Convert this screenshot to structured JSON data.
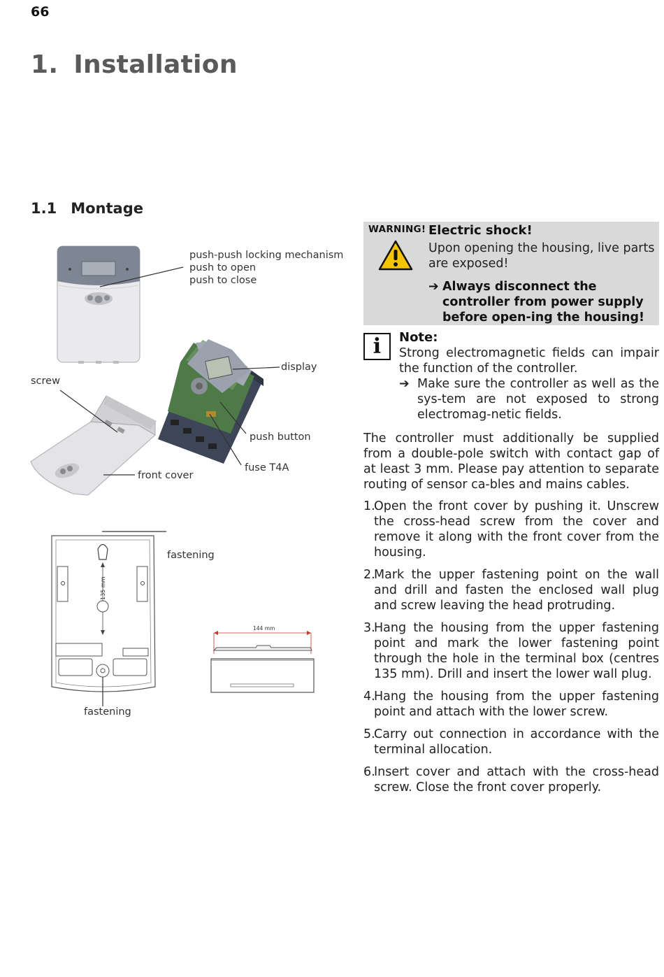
{
  "page": {
    "number": "66"
  },
  "chapter": {
    "number": "1.",
    "title": "Installation"
  },
  "section": {
    "number": "1.1",
    "title": "Montage"
  },
  "figure": {
    "labels": {
      "locking_1": "push-push locking mechanism",
      "locking_2": "push to open",
      "locking_3": "push to close",
      "display": "display",
      "screw": "screw",
      "push_button": "push button",
      "fuse": "fuse T4A",
      "front_cover": "front cover",
      "fastening_top": "fastening",
      "fastening_bottom": "fastening",
      "dim_135": "135 mm",
      "dim_144": "144 mm"
    }
  },
  "warning": {
    "tag": "WARNING!",
    "title": "Electric shock!",
    "text": "Upon opening the housing, live parts are exposed!",
    "arrow": "➔",
    "action": "Always disconnect the controller from power supply before open-ing the housing!"
  },
  "note": {
    "icon": "i",
    "title": "Note:",
    "text": "Strong electromagnetic fields can impair the function of the controller.",
    "arrow": "➔",
    "action": "Make sure the controller as well as the sys-tem are not exposed to strong electromag-netic fields."
  },
  "paragraph": "The controller must additionally be supplied from a double-pole switch with contact gap of at least 3 mm. Please pay attention to separate routing of sensor ca-bles and mains cables.",
  "steps": [
    {
      "n": "1.",
      "text": "Open the front cover by pushing it. Unscrew the cross-head screw from the cover and remove it along with the front cover from the housing."
    },
    {
      "n": "2.",
      "text": "Mark the upper fastening point on the wall and drill and fasten the enclosed wall plug and screw leaving the head protruding."
    },
    {
      "n": "3.",
      "text": "Hang the housing from the upper fastening point and mark the lower fastening point through the hole in the terminal box (centres 135 mm). Drill and insert the lower wall plug."
    },
    {
      "n": "4.",
      "text": "Hang the housing from the upper fastening point and attach with the lower screw."
    },
    {
      "n": "5.",
      "text": "Carry out connection in accordance with the terminal allocation."
    },
    {
      "n": "6.",
      "text": "Insert cover and attach with the cross-head screw. Close the front cover properly."
    }
  ]
}
